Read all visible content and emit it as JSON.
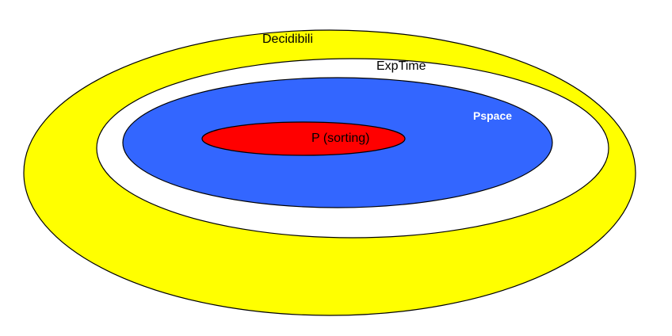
{
  "diagram": {
    "sets": [
      {
        "id": "decidibili",
        "label": "Decidibili",
        "fill": "#ffff00",
        "label_color": "#000000"
      },
      {
        "id": "exptime",
        "label": "ExpTime",
        "fill": "#ffffff",
        "label_color": "#000000"
      },
      {
        "id": "pspace",
        "label": "Pspace",
        "fill": "#3366ff",
        "label_color": "#ffffff"
      },
      {
        "id": "p",
        "label": "P (sorting)",
        "fill": "#ff0000",
        "label_color": "#000000"
      }
    ],
    "outline_color": "#000000",
    "background": "#ffffff"
  }
}
